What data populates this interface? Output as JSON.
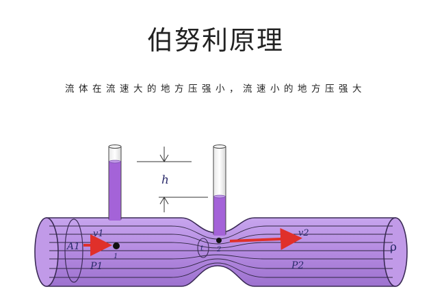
{
  "title": "伯努利原理",
  "subtitle": "流体在流速大的地方压强小，流速小的地方压强大",
  "diagram": {
    "labels": {
      "height": "h",
      "area_1": "A1",
      "velocity_1": "v1",
      "pressure_1": "P1",
      "point_1": "1",
      "area_2": "t",
      "point_2": "2",
      "velocity_2": "v2",
      "pressure_2": "P2",
      "density": "ρ"
    },
    "colors": {
      "pipe_fill": "#b48ae0",
      "pipe_stroke": "#3a2a55",
      "liquid": "#a463d8",
      "arrow": "#e0302a",
      "streamline": "#2d2540"
    }
  }
}
